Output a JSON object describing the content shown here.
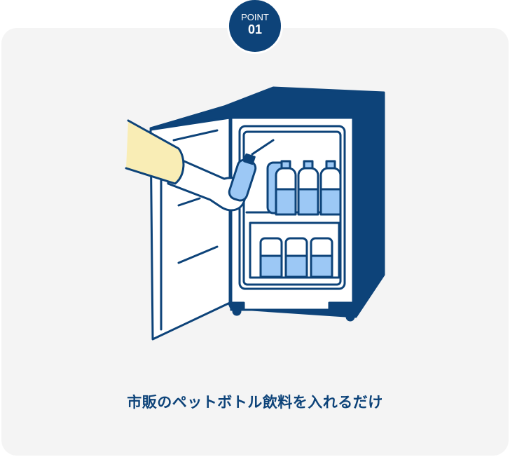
{
  "badge": {
    "label": "POINT",
    "number": "01"
  },
  "caption": "市販のペットボトル飲料を入れるだけ",
  "colors": {
    "navy": "#0d4379",
    "card": "#f4f4f4",
    "water": "#9cc8f5",
    "sleeve": "#f9edb5"
  }
}
